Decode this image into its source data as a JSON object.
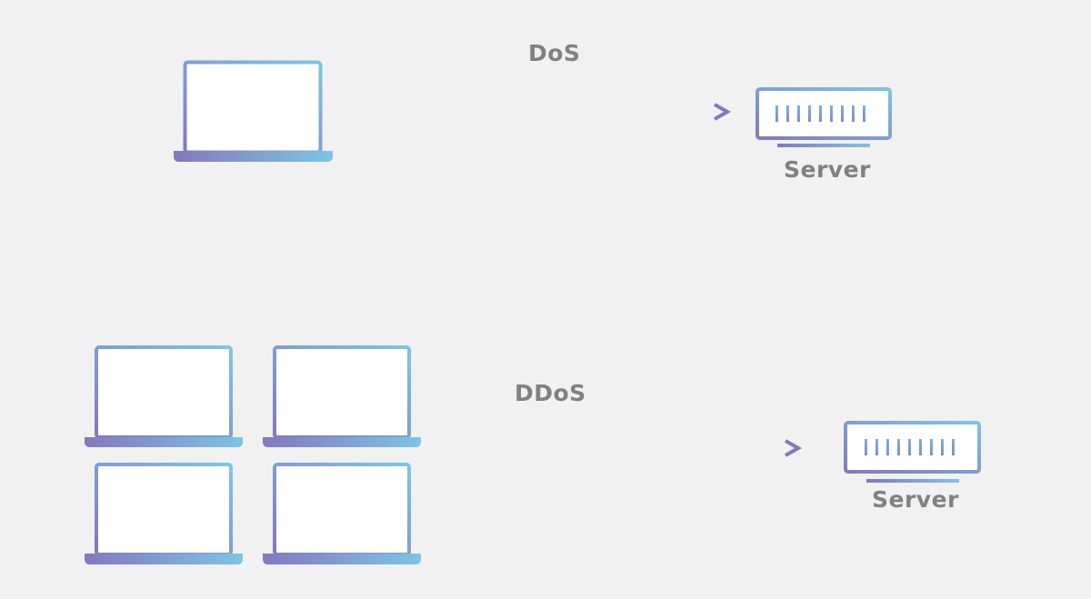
{
  "dos": {
    "title": "DoS",
    "server_label": "Server"
  },
  "ddos": {
    "title": "DDoS",
    "server_label": "Server"
  },
  "colors": {
    "background": "#f1f1f1",
    "gradient_purple": "#8478bd",
    "gradient_blue": "#7cc5e5",
    "label_gray": "#818181"
  }
}
